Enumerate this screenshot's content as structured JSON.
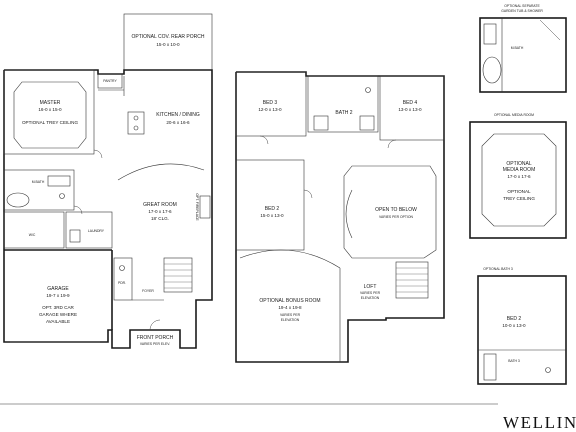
{
  "title_block": {
    "text": "WELLINGT"
  },
  "first_floor": {
    "rear_porch": {
      "name": "OPTIONAL COV. REAR PORCH",
      "line2": "",
      "size": "15-0 x 10-0"
    },
    "pantry": {
      "name": "PANTRY"
    },
    "kitchen": {
      "name": "KITCHEN / DINING",
      "size": "20-6 x 16-6"
    },
    "master": {
      "name": "MASTER",
      "size": "16-0 x 15-0",
      "note": "OPTIONAL TREY CEILING"
    },
    "m_bath": {
      "name": "M.BATH"
    },
    "wic": {
      "name": "W/C"
    },
    "laundry": {
      "name": "LAUNDRY"
    },
    "great_room": {
      "name": "GREAT ROOM",
      "size": "17-0 x 17-6",
      "note": "18' CLG."
    },
    "fireplace": {
      "name": "OPT. FIREPLACE"
    },
    "garage": {
      "name": "GARAGE",
      "size": "19-7 x 19-9",
      "note_1": "OPT. 3RD CAR",
      "note_2": "GARAGE WHERE",
      "note_3": "AVAILABLE"
    },
    "pdr": {
      "name": "PDR."
    },
    "foyer": {
      "name": "FOYER"
    },
    "front_porch": {
      "name": "FRONT PORCH",
      "note": "VARIES PER ELEV."
    }
  },
  "second_floor": {
    "bed3": {
      "name": "BED 3",
      "size": "12-0 x 13-0"
    },
    "bath2": {
      "name": "BATH 2"
    },
    "bed4": {
      "name": "BED 4",
      "size": "13-0 x 13-0"
    },
    "bed2": {
      "name": "BED 2",
      "size": "15-0 x 13-0"
    },
    "open_below": {
      "name": "OPEN TO BELOW",
      "note": "VARIES PER OPTION"
    },
    "bonus": {
      "name": "OPTIONAL BONUS ROOM",
      "size": "19-4 x 19-8",
      "note_1": "VARIES PER",
      "note_2": "ELEVATION"
    },
    "loft": {
      "name": "LOFT",
      "note_1": "VARIES PER",
      "note_2": "ELEVATION"
    }
  },
  "options": {
    "garden_tub": {
      "title_1": "OPTIONAL SEPARATE",
      "title_2": "GARDEN TUB & SHOWER",
      "room": "M.BATH"
    },
    "media_room": {
      "title": "OPTIONAL MEDIA ROOM",
      "name_1": "OPTIONAL",
      "name_2": "MEDIA ROOM",
      "size": "17-0 x 17-6",
      "note_1": "OPTIONAL",
      "note_2": "TREY CEILING"
    },
    "bath3": {
      "title": "OPTIONAL BATH 3",
      "bed": "BED 2",
      "bed_size": "10-0 x 13-0",
      "bath": "BATH 3"
    }
  }
}
